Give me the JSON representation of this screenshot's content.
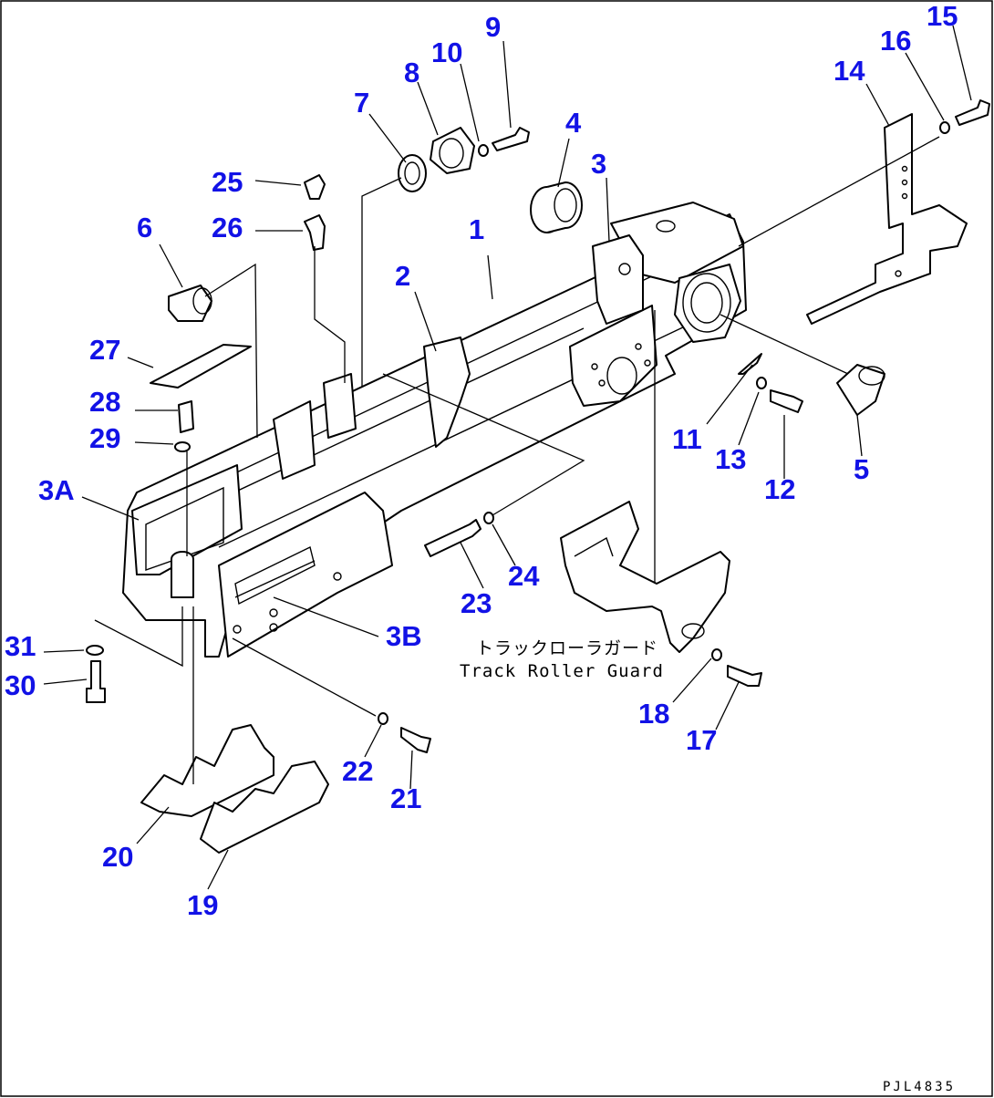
{
  "diagram": {
    "caption_jp": "トラックローラガード",
    "caption_en": "Track Roller Guard",
    "doc_id": "PJL4835",
    "callouts": [
      "1",
      "2",
      "3",
      "3A",
      "3B",
      "4",
      "5",
      "6",
      "7",
      "8",
      "9",
      "10",
      "11",
      "12",
      "13",
      "14",
      "15",
      "16",
      "17",
      "18",
      "19",
      "20",
      "21",
      "22",
      "23",
      "24",
      "25",
      "26",
      "27",
      "28",
      "29",
      "30",
      "31"
    ]
  },
  "colors": {
    "callout": "#1212e6",
    "line": "#000000",
    "background": "#ffffff"
  }
}
